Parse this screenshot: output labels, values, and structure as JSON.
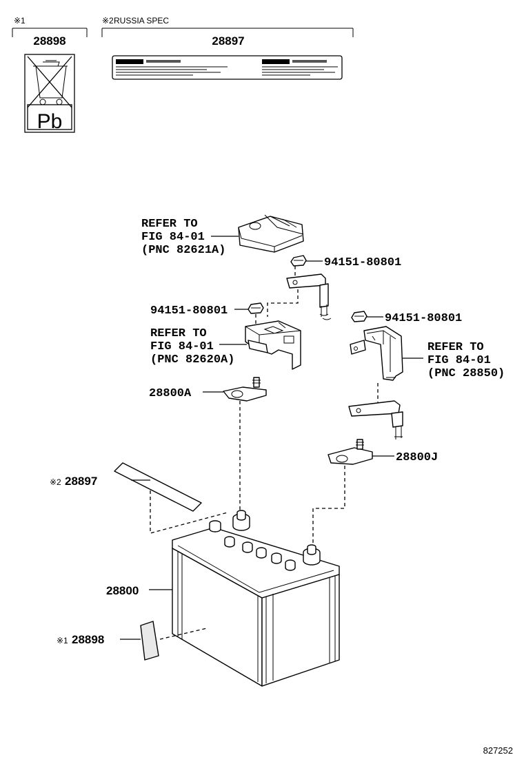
{
  "top_section": {
    "note1": {
      "mark": "※1",
      "part_no": "28898",
      "pb_text": "Pb"
    },
    "note2": {
      "mark": "※2",
      "caption": "RUSSIA SPEC",
      "part_no": "28897"
    }
  },
  "labels": {
    "refer_82621a": {
      "line1": "REFER TO",
      "line2": "FIG 84-01",
      "line3": "(PNC 82621A)"
    },
    "nut_top": "94151-80801",
    "nut_left": "94151-80801",
    "nut_right": "94151-80801",
    "refer_82620a": {
      "line1": "REFER TO",
      "line2": "FIG 84-01",
      "line3": "(PNC 82620A)"
    },
    "refer_28850": {
      "line1": "REFER TO",
      "line2": "FIG 84-01",
      "line3": "(PNC 28850)"
    },
    "terminal_a": "28800A",
    "terminal_j": "28800J",
    "label_28897": {
      "mark": "※2",
      "part_no": "28897"
    },
    "battery": "28800",
    "label_28898": {
      "mark": "※1",
      "part_no": "28898"
    }
  },
  "figure_number": "827252"
}
